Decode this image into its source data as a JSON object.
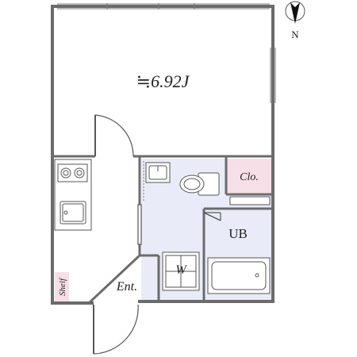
{
  "plan": {
    "main_room": {
      "label": "≒6.92J"
    },
    "closet": {
      "label": "Clo."
    },
    "bath": {
      "label": "UB"
    },
    "washer": {
      "label": "W"
    },
    "entrance": {
      "label": "Ent."
    },
    "shelf": {
      "label": "Shelf"
    },
    "compass": {
      "label": "N"
    }
  },
  "colors": {
    "wall": "#6b6b6b",
    "line": "#555555",
    "wet_area": "#e9ecf8",
    "closet_fill": "#f6dfe6",
    "shelf_fill": "#f6dfe6",
    "floor": "#ffffff"
  }
}
